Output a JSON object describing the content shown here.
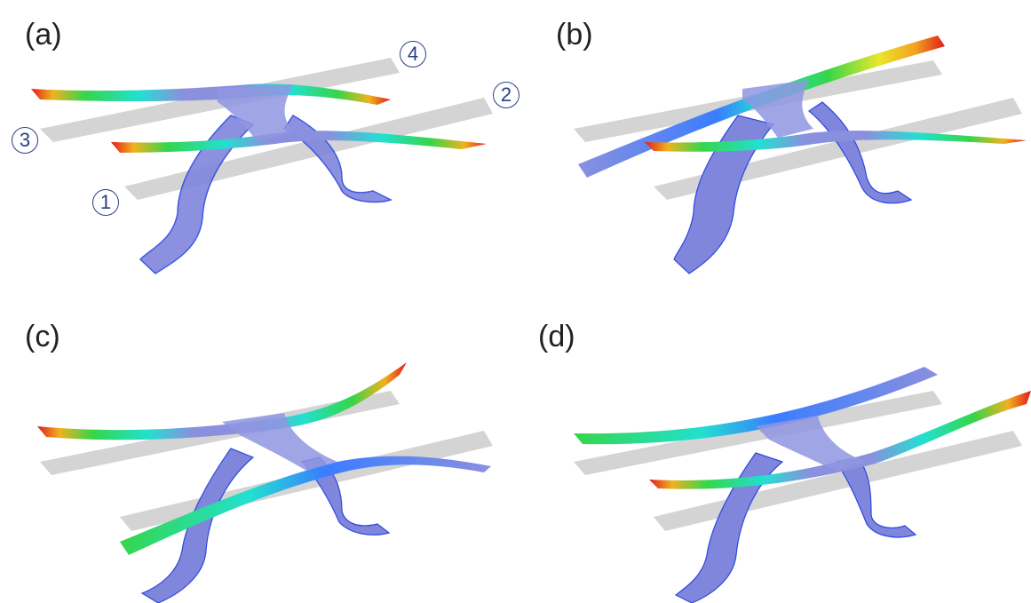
{
  "panels": [
    {
      "label": "(a)"
    },
    {
      "label": "(b)"
    },
    {
      "label": "(c)"
    },
    {
      "label": "(d)"
    }
  ],
  "markers": [
    "1",
    "2",
    "3",
    "4"
  ],
  "colors": {
    "body_blue": "#7f86dc",
    "edge_blue": "#2d47e0",
    "shadow_gray": "#cfcfcf",
    "jet_low": "#2d5bff",
    "jet_mid": "#22e0d0",
    "jet_green": "#35d64a",
    "jet_yellow": "#f1e52b",
    "jet_high": "#e11b1b"
  }
}
